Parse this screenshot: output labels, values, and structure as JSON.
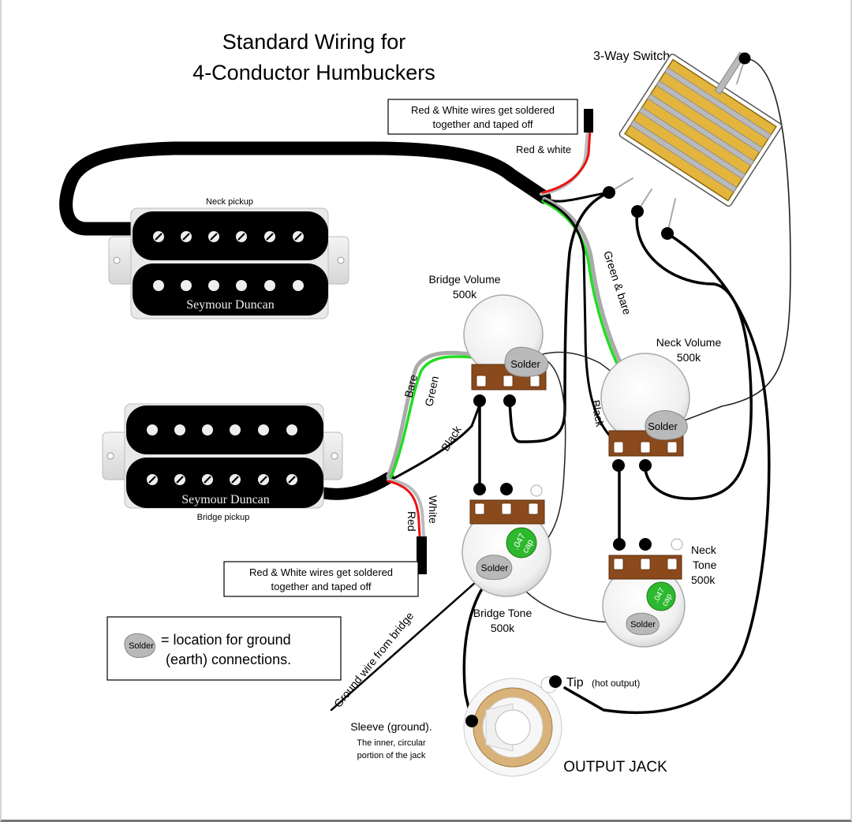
{
  "title": {
    "line1": "Standard Wiring for",
    "line2": "4-Conductor Humbuckers"
  },
  "switch": {
    "label": "3-Way Switch"
  },
  "notes": {
    "top": {
      "line1": "Red & White wires get soldered",
      "line2": "together and taped off"
    },
    "bottom": {
      "line1": "Red & White wires get soldered",
      "line2": "together and taped off"
    }
  },
  "wire_labels": {
    "red_white": "Red & white",
    "green_bare_neck": "Green & bare",
    "black_neck": "Black",
    "bare_bridge": "Bare",
    "green_bridge": "Green",
    "black_bridge": "Black",
    "white_bridge": "White",
    "red_bridge": "Red",
    "ground_wire": "Ground wire from bridge"
  },
  "pickups": {
    "neck": {
      "label": "Neck pickup",
      "brand": "Seymour Duncan"
    },
    "bridge": {
      "label": "Bridge pickup",
      "brand": "Seymour Duncan"
    }
  },
  "pots": {
    "bridge_volume": {
      "name": "Bridge Volume",
      "value": "500k"
    },
    "neck_volume": {
      "name": "Neck Volume",
      "value": "500k"
    },
    "bridge_tone": {
      "name": "Bridge Tone",
      "value": "500k"
    },
    "neck_tone": {
      "name": "Neck",
      "name2": "Tone",
      "value": "500k"
    }
  },
  "solder_label": "Solder",
  "cap": {
    "value": ".047",
    "unit": "cap"
  },
  "legend": {
    "icon_label": "Solder",
    "line1": "= location for ground",
    "line2": "(earth) connections."
  },
  "jack": {
    "tip": "Tip",
    "tip_note": "(hot output)",
    "sleeve": "Sleeve (ground).",
    "sleeve_note1": "The inner, circular",
    "sleeve_note2": "portion of the jack",
    "title": "OUTPUT JACK"
  },
  "colors": {
    "wire_black": "#000000",
    "wire_green": "#22dd22",
    "wire_red": "#ee1111",
    "wire_bare": "#aaaaaa",
    "solder": "#b9b9b9",
    "pot_lugs": "#8a4a1c",
    "cap": "#2db82d",
    "switch_gold": "#e3b53c",
    "jack_ring": "#d9b27a"
  }
}
